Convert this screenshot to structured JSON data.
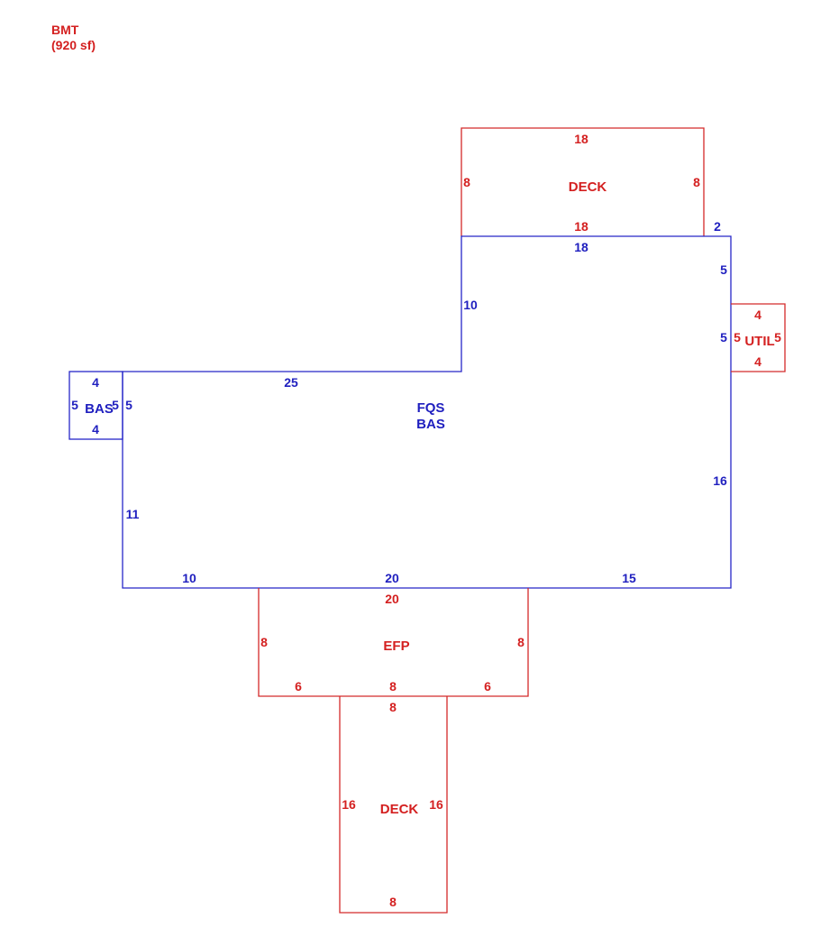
{
  "header": {
    "title": "BMT",
    "area": "(920 sf)"
  },
  "colors": {
    "living": "#2626c8",
    "other": "#d42a2a"
  },
  "areas": {
    "deck_top": {
      "name": "DECK",
      "top": "18",
      "bottom": "18",
      "left": "8",
      "right": "8"
    },
    "fqs_bas": {
      "name_line1": "FQS",
      "name_line2": "BAS",
      "top_upper": "18",
      "notch_right": "2",
      "right_upper": "5",
      "right_util": "5",
      "right_lower": "16",
      "left_upper": "10",
      "top_lower": "25",
      "left_lower": "11",
      "bottom_left": "10",
      "bottom_mid": "20",
      "bottom_right": "15",
      "bas_join": "5"
    },
    "bas_small": {
      "name": "BAS",
      "top": "4",
      "bottom": "4",
      "left": "5",
      "right": "5"
    },
    "util": {
      "name": "UTIL",
      "top": "4",
      "bottom": "4",
      "left": "5",
      "right": "5"
    },
    "efp": {
      "name": "EFP",
      "top": "20",
      "left": "8",
      "right": "8",
      "bottom_left": "6",
      "bottom_mid": "8",
      "bottom_right": "6"
    },
    "deck_bottom": {
      "name": "DECK",
      "top": "8",
      "left": "16",
      "right": "16",
      "bottom": "8"
    }
  }
}
